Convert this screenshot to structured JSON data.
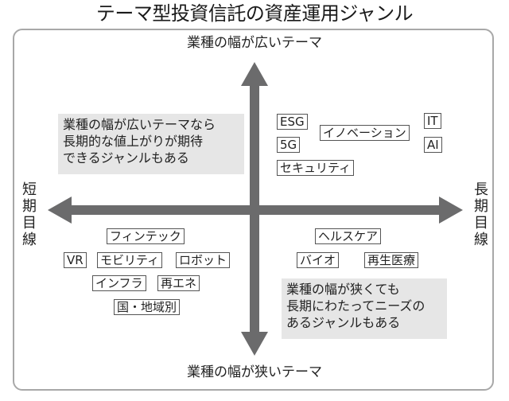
{
  "title": "テーマ型投資信託の資産運用ジャンル",
  "axes": {
    "top": "業種の幅が広いテーマ",
    "bottom": "業種の幅が狭いテーマ",
    "left": [
      "短",
      "期",
      "目",
      "線"
    ],
    "right": [
      "長",
      "期",
      "目",
      "線"
    ]
  },
  "colors": {
    "arrow": "#6b6b6c",
    "frame": "#a8a8a8",
    "note_bg": "#e6e6e6",
    "tag_border": "#555555"
  },
  "notes": {
    "top_left": [
      "業種の幅が広いテーマなら",
      "長期的な値上がりが期待",
      "できるジャンルもある"
    ],
    "bottom_right": [
      "業種の幅が狭くても",
      "長期にわたってニーズの",
      "あるジャンルもある"
    ]
  },
  "quadrants": {
    "top_right": [
      "ESG",
      "イノベーション",
      "IT",
      "5G",
      "AI",
      "セキュリティ"
    ],
    "bottom_left": [
      "フィンテック",
      "VR",
      "モビリティ",
      "ロボット",
      "インフラ",
      "再エネ",
      "国・地域別"
    ],
    "bottom_right": [
      "ヘルスケア",
      "バイオ",
      "再生医療"
    ]
  }
}
